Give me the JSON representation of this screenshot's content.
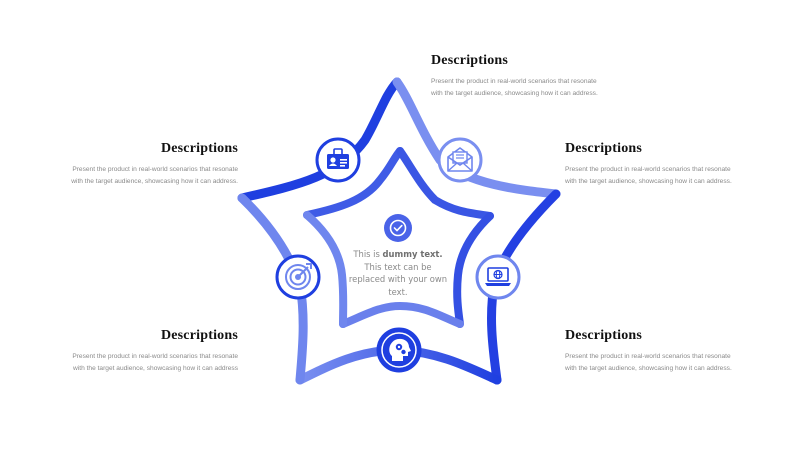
{
  "colors": {
    "primary": "#1f3fe0",
    "light": "#6f86ee",
    "mid": "#3f5be6"
  },
  "center": {
    "prefix": "This is ",
    "bold": "dummy text.",
    "line2": "This text can be replaced with your own text.",
    "icon": "check-circle-icon"
  },
  "descriptions": [
    {
      "title": "Descriptions",
      "body": "Present the product in real-world scenarios that resonate with the target audience, showcasing how it can address."
    },
    {
      "title": "Descriptions",
      "body": "Present the product in real-world scenarios that resonate with the target audience, showcasing how it can address."
    },
    {
      "title": "Descriptions",
      "body": "Present the product in real-world scenarios that resonate with the target audience, showcasing how it can address"
    },
    {
      "title": "Descriptions",
      "body": "Present the product in real-world scenarios that resonate with the target audience, showcasing how it can address."
    },
    {
      "title": "Descriptions",
      "body": "Present the product in real-world scenarios that resonate with the target audience, showcasing how it can address."
    }
  ],
  "icons": [
    "id-card-icon",
    "email-icon",
    "target-icon",
    "laptop-globe-icon",
    "head-gears-icon"
  ]
}
